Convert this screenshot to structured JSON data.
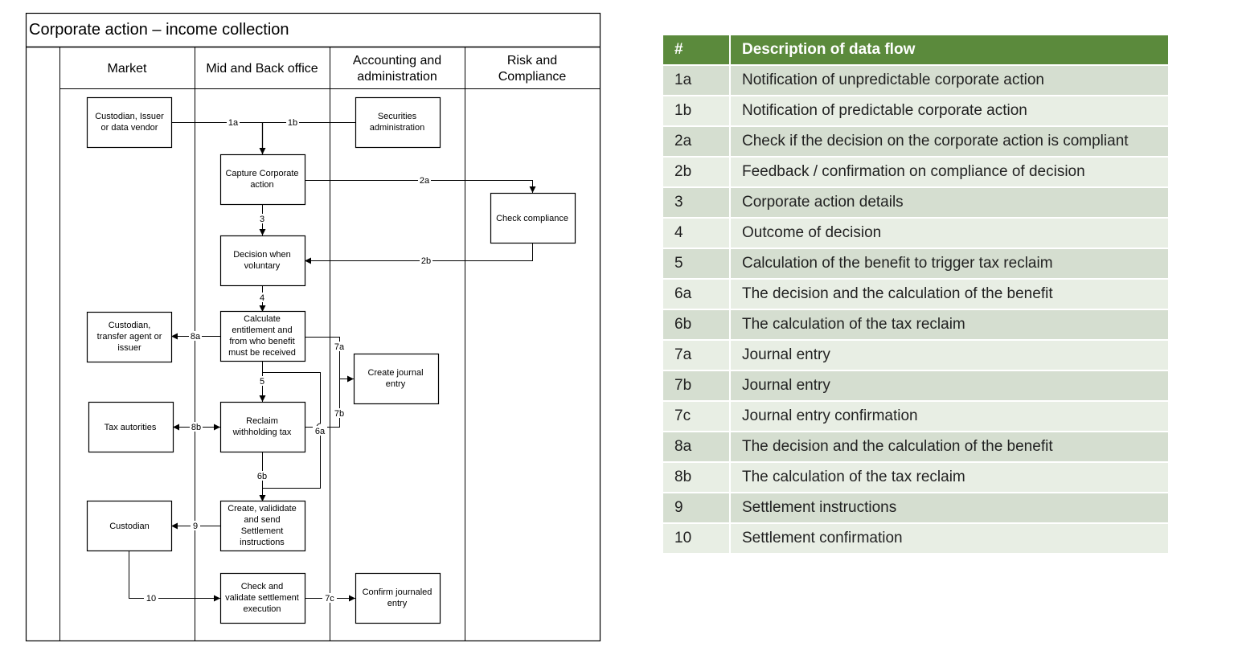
{
  "diagram": {
    "title": "Corporate action – income collection",
    "lanes": [
      "Market",
      "Mid and Back office",
      "Accounting and administration",
      "Risk and Compliance"
    ],
    "boxes": {
      "custodian_issuer": [
        "Custodian, Issuer",
        "or data vendor"
      ],
      "securities_admin": [
        "Securities",
        "administration"
      ],
      "capture": [
        "Capture Corporate",
        "action"
      ],
      "check_compliance": [
        "Check compliance"
      ],
      "decision": [
        "Decision when",
        "voluntary"
      ],
      "calculate": [
        "Calculate",
        "entitlement and",
        "from who benefit",
        "must be received"
      ],
      "custodian_transfer": [
        "Custodian,",
        "transfer agent or",
        "issuer"
      ],
      "create_journal": [
        "Create journal",
        "entry"
      ],
      "tax": [
        "Tax autorities"
      ],
      "reclaim": [
        "Reclaim",
        "withholding tax"
      ],
      "custodian": [
        "Custodian"
      ],
      "settlement": [
        "Create, valididate",
        "and send",
        "Settlement",
        "instructions"
      ],
      "check_validate": [
        "Check and",
        "validate settlement",
        "execution"
      ],
      "confirm_journal": [
        "Confirm journaled",
        "entry"
      ]
    },
    "flows": {
      "f1a": "1a",
      "f1b": "1b",
      "f2a": "2a",
      "f2b": "2b",
      "f3": "3",
      "f4": "4",
      "f5": "5",
      "f6a": "6a",
      "f6b": "6b",
      "f7a": "7a",
      "f7b": "7b",
      "f7c": "7c",
      "f8a": "8a",
      "f8b": "8b",
      "f9": "9",
      "f10": "10"
    }
  },
  "legend": {
    "headers": [
      "#",
      "Description of data flow"
    ],
    "rows": [
      [
        "1a",
        "Notification of unpredictable corporate action"
      ],
      [
        "1b",
        "Notification of predictable corporate action"
      ],
      [
        "2a",
        "Check if the decision on the corporate action is compliant"
      ],
      [
        "2b",
        "Feedback / confirmation on compliance of decision"
      ],
      [
        "3",
        "Corporate action details"
      ],
      [
        "4",
        "Outcome of decision"
      ],
      [
        "5",
        "Calculation of the  benefit to trigger tax reclaim"
      ],
      [
        "6a",
        "The decision and  the calculation of the benefit"
      ],
      [
        "6b",
        "The calculation of the tax reclaim"
      ],
      [
        "7a",
        "Journal entry"
      ],
      [
        "7b",
        "Journal entry"
      ],
      [
        "7c",
        "Journal entry confirmation"
      ],
      [
        "8a",
        "The decision and  the calculation of the benefit"
      ],
      [
        "8b",
        "The calculation of the tax reclaim"
      ],
      [
        "9",
        "Settlement instructions"
      ],
      [
        "10",
        "Settlement confirmation"
      ]
    ],
    "colors": {
      "header_bg": "#5b8a3c",
      "header_text": "#ffffff",
      "row_dark": "#d5ded0",
      "row_light": "#e8eee4"
    }
  }
}
